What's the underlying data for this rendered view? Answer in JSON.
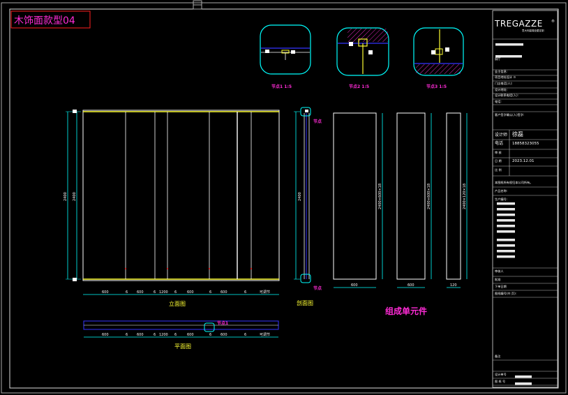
{
  "drawing": {
    "title": "木饰面款型04",
    "views": {
      "elevation_label": "立面图",
      "section_label": "剖面图",
      "plan_label": "平面图",
      "components_label": "组成单元件"
    },
    "details": [
      {
        "label": "节点1  1:5"
      },
      {
        "label": "节点2  1:5"
      },
      {
        "label": "节点3  1:5"
      }
    ],
    "callouts": {
      "elev_right": "可调节",
      "section_top": "节点",
      "section_bottom": "节点",
      "plan_node": "节点1",
      "plan_right": "可调节"
    },
    "dims": {
      "elev_height": "2400",
      "elev_height2": "2400",
      "section_height": "2400",
      "elev_bottom": [
        "600",
        "6",
        "600",
        "6",
        "1200",
        "6",
        "600",
        "6",
        "600",
        "6"
      ],
      "plan_bottom": [
        "600",
        "6",
        "600",
        "6",
        "1200",
        "6",
        "600",
        "6",
        "600",
        "6"
      ],
      "comp_heights": [
        "2400×600×18",
        "2400×600×18",
        "2400×120×18"
      ],
      "comp_widths": [
        "600",
        "600",
        "120"
      ]
    }
  },
  "title_block": {
    "brand": "TREGAZZE",
    "brand_reg": "®",
    "brand_sub": "意大利高端全屋定制",
    "fields": [
      {
        "label": "厨厅"
      },
      {
        "label": "业主信息:"
      },
      {
        "label": "项目地址设计 ⊙"
      },
      {
        "label": "门店电话(人):"
      },
      {
        "label": "设计地址:"
      },
      {
        "label": "设计联系电话(人):"
      },
      {
        "label": "电话:"
      },
      {
        "label": "客户签字确认(人)签字:"
      },
      {
        "label": "设计师",
        "value": "徐磊"
      },
      {
        "label": "电话",
        "value": "18858323055"
      },
      {
        "label": "审  核",
        "value": ""
      },
      {
        "label": "日  期",
        "value": "2023.12.01"
      },
      {
        "label": "比  例",
        "value": ""
      },
      {
        "label": "本图纸所有权归本公司所有。"
      },
      {
        "label": "产品名称:"
      },
      {
        "label": "生产编号:"
      },
      {
        "label": "审核人"
      },
      {
        "label": "批准"
      },
      {
        "label": "下单日期"
      },
      {
        "label": "图纸编号(共  页):"
      },
      {
        "label": "备注"
      },
      {
        "label": "设计单号"
      },
      {
        "label": "图  纸  号"
      }
    ]
  },
  "colors": {
    "frame": "#ffffff",
    "cyan": "#00ffff",
    "yellow": "#ffff33",
    "magenta": "#ff2bd6",
    "blue": "#3333ff",
    "red": "#ff2020"
  }
}
